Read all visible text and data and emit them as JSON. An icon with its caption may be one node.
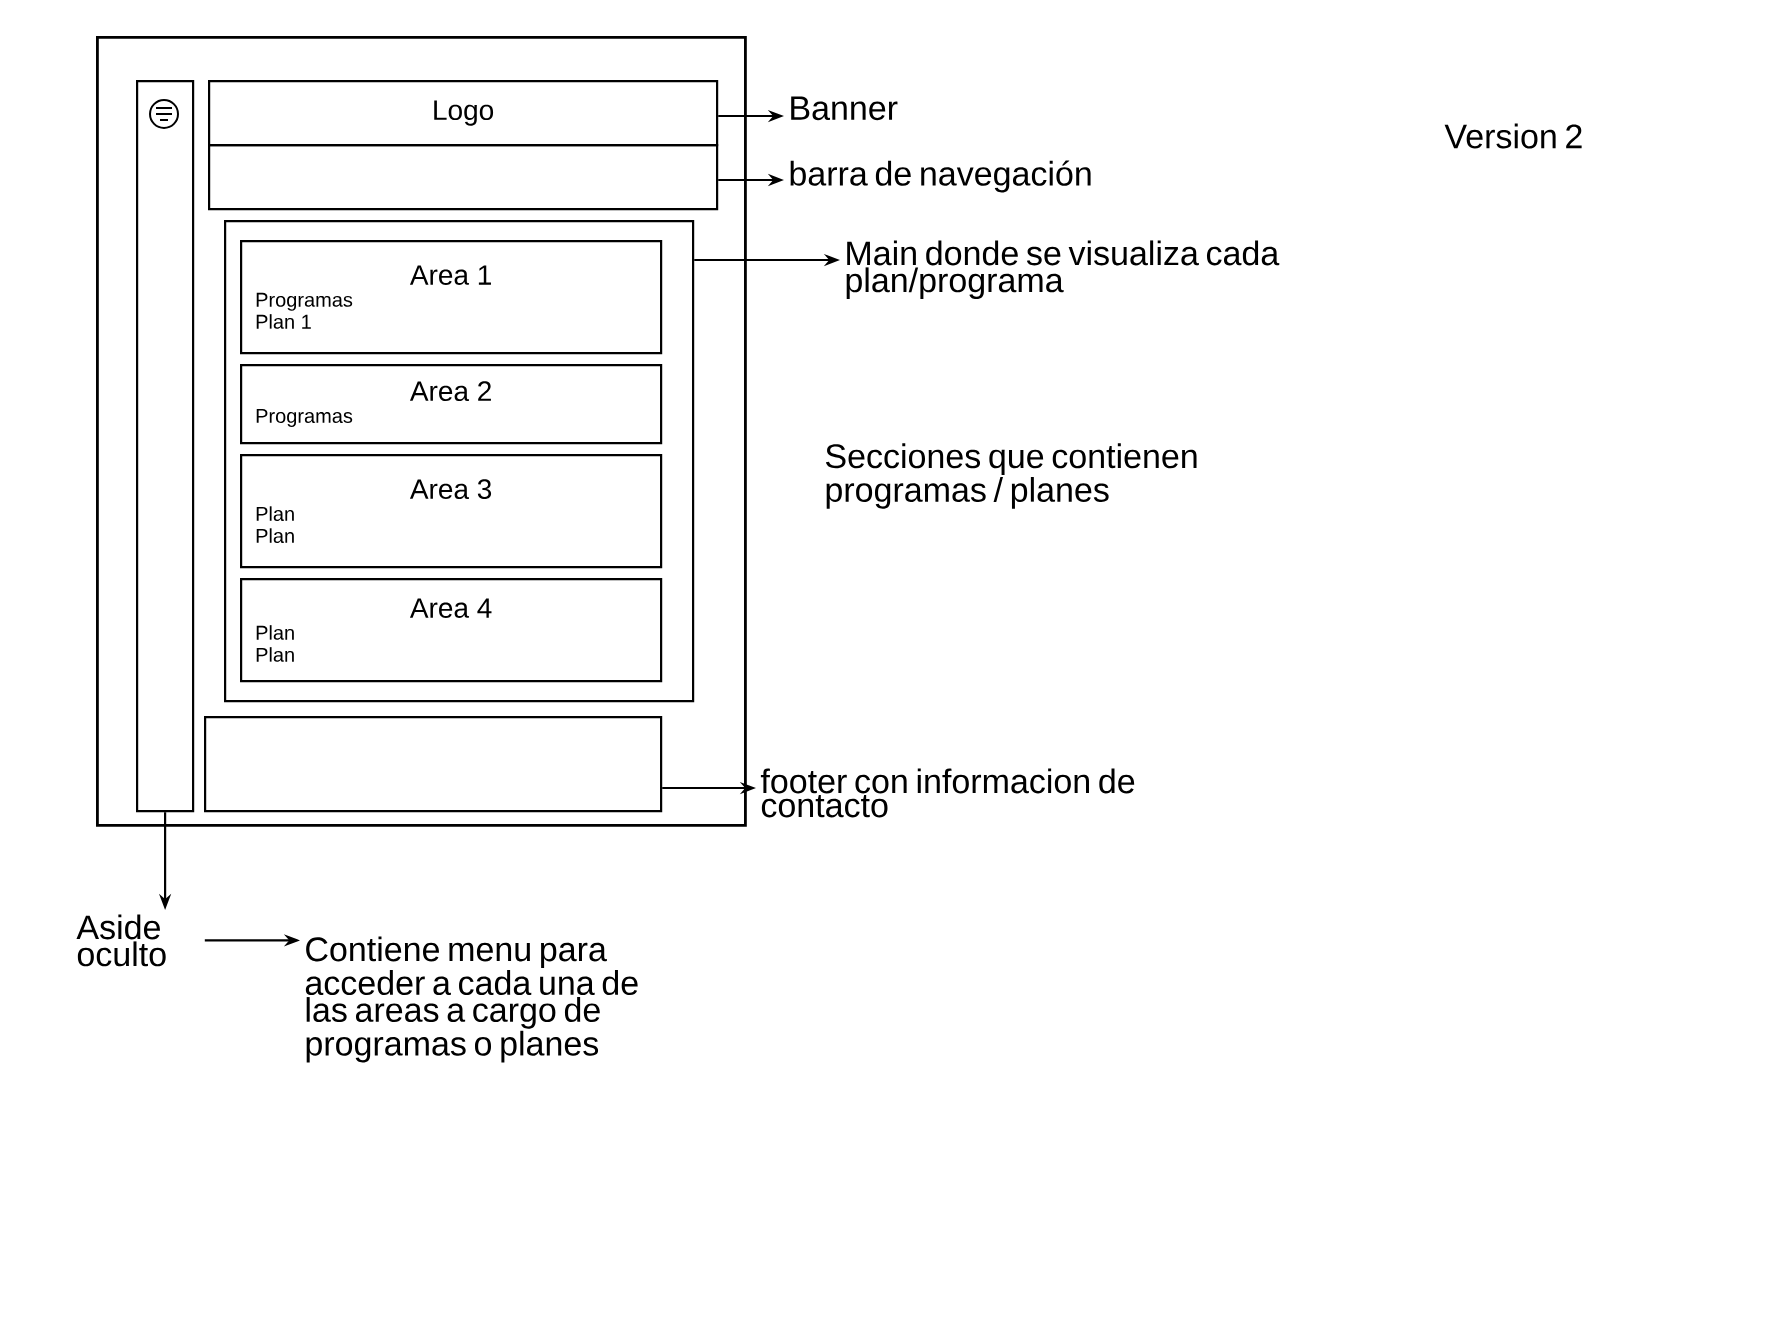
{
  "diagram": {
    "nodes": [
      {
        "text": [],
        "shape": "box"
      },
      {
        "text": [],
        "shape": "box",
        "in": 0
      },
      {
        "text": [
          "Logo"
        ],
        "in": 0
      },
      {
        "text": [],
        "shape": "box",
        "in": 0
      },
      {
        "text": [],
        "shape": "box",
        "in": 0
      },
      {
        "text": [
          "Area 1",
          "Programas",
          "Plan 1"
        ],
        "in": 4
      },
      {
        "text": [
          "Area 2",
          "Programas"
        ],
        "in": 4
      },
      {
        "text": [
          "Area 3",
          "Plan",
          "Plan"
        ],
        "in": 4
      },
      {
        "text": [
          "Area 4",
          "Plan",
          "Plan"
        ],
        "in": 4
      },
      {
        "text": [],
        "shape": "box",
        "in": 0
      },
      {
        "text": [
          "Banner"
        ]
      },
      {
        "text": [
          "barra de navegación"
        ]
      },
      {
        "text": [
          "Main donde se visualiza cada plan/programa"
        ]
      },
      {
        "text": [
          "footer con informacion de contacto"
        ]
      },
      {
        "text": [
          "Aside oculto"
        ]
      },
      {
        "text": [
          "Contiene menu para acceder a cada una de las areas a cargo de programas o planes"
        ]
      }
    ],
    "edges": [
      {
        "from": 2,
        "to": 10,
        "arrow": "to"
      },
      {
        "from": 3,
        "to": 11,
        "arrow": "to"
      },
      {
        "from": 4,
        "to": 12,
        "arrow": "to"
      },
      {
        "from": 9,
        "to": 13,
        "arrow": "to"
      },
      {
        "from": 1,
        "to": 14,
        "arrow": "to"
      },
      {
        "from": 14,
        "to": 15,
        "arrow": "to"
      }
    ],
    "labels": [
      "Version 2",
      "Secciones que contienen programas / planes"
    ]
  }
}
